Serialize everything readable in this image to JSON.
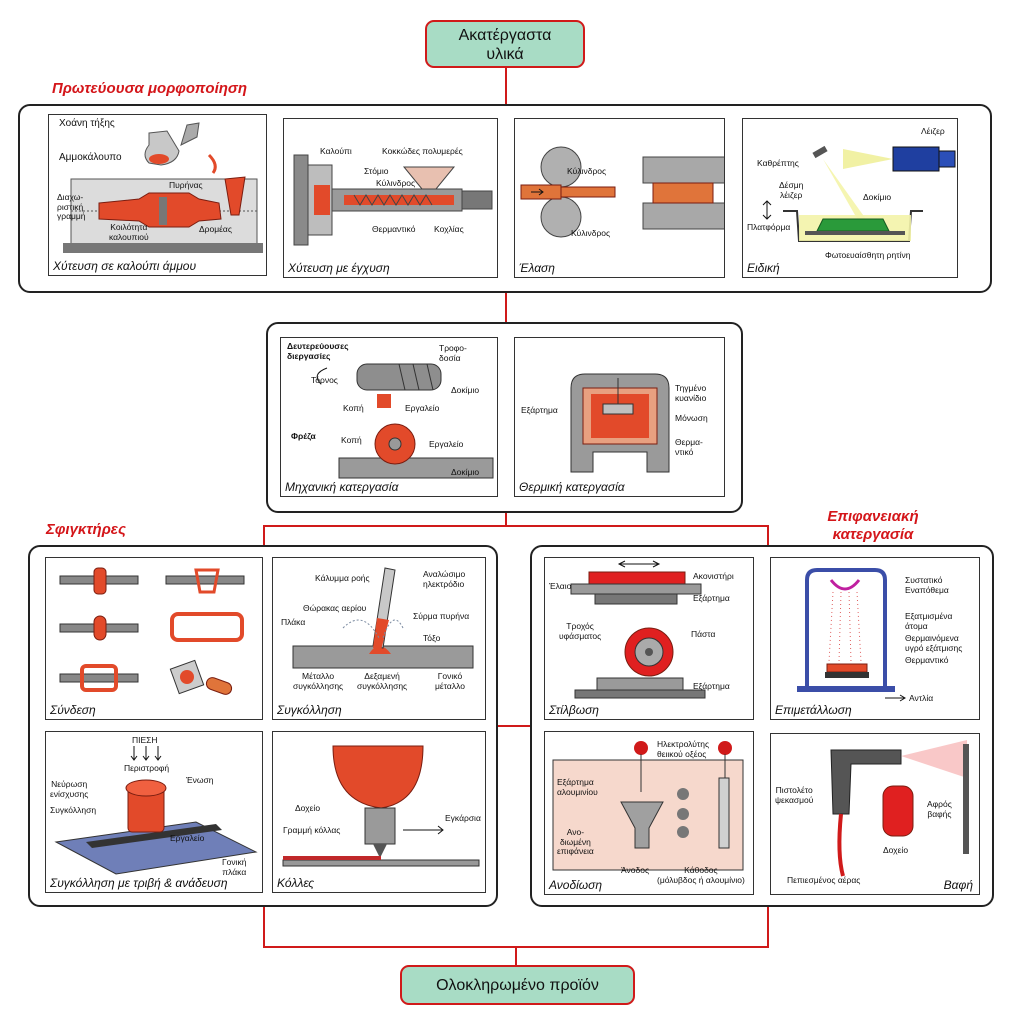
{
  "top": {
    "line1": "Ακατέργαστα",
    "line2": "υλικά"
  },
  "bottom": {
    "label": "Ολοκληρωμένο προϊόν"
  },
  "sections": {
    "primary": "Πρωτεύουσα μορφοποίηση",
    "fasteners": "Σφιγκτήρες",
    "surface_line1": "Επιφανειακή",
    "surface_line2": "κατεργασία"
  },
  "panels": {
    "sand_casting": {
      "caption": "Χύτευση σε καλούπι άμμου",
      "labels": {
        "ladle": "Χοάνη τήξης",
        "box": "Αμμοκάλουπο",
        "core": "Πυρήνας",
        "parting1": "Διαχω-",
        "parting2": "ριστική",
        "parting3": "γραμμή",
        "cavity1": "Κοιλότητα",
        "cavity2": "καλουπιού",
        "runner": "Δρομέας"
      }
    },
    "injection": {
      "caption": "Χύτευση με έγχυση",
      "labels": {
        "mold": "Καλούπι",
        "granules": "Κοκκώδες πολυμερές",
        "nozzle": "Στόμιο",
        "cylinder": "Κύλινδρος",
        "heater": "Θερμαντικό",
        "screw": "Κοχλίας"
      }
    },
    "rolling": {
      "caption": "Έλαση",
      "labels": {
        "roll_top": "Κύλινδρος",
        "roll_bottom": "Κύλινδρος"
      }
    },
    "special": {
      "caption": "Ειδική",
      "labels": {
        "laser": "Λέιζερ",
        "mirror": "Καθρέπτης",
        "beam1": "Δέσμη",
        "beam2": "λέιζερ",
        "specimen": "Δοκίμιο",
        "platform": "Πλατφόρμα",
        "resin": "Φωτοευαίσθητη ρητίνη"
      }
    },
    "machining": {
      "caption": "Μηχανική κατεργασία",
      "labels": {
        "secondary1": "Δευτερεύουσες",
        "secondary2": "διεργασίες",
        "feed1": "Τροφο-",
        "feed2": "δοσία",
        "lathe": "Τόρνος",
        "specimen": "Δοκίμιο",
        "cut": "Κοπή",
        "tool": "Εργαλείο",
        "mill": "Φρέζα",
        "cut2": "Κοπή",
        "tool2": "Εργαλείο",
        "specimen2": "Δοκίμιο"
      }
    },
    "thermal": {
      "caption": "Θερμική κατεργασία",
      "labels": {
        "part": "Εξάρτημα",
        "melt1": "Τηγμένο",
        "melt2": "κυανίδιο",
        "insulation": "Μόνωση",
        "heater1": "Θερμα-",
        "heater2": "ντικό"
      }
    },
    "joining": {
      "caption": "Σύνδεση"
    },
    "welding": {
      "caption": "Συγκόλληση",
      "labels": {
        "flux": "Κάλυμμα ροής",
        "electrode1": "Αναλώσιμο",
        "electrode2": "ηλεκτρόδιο",
        "gas": "Θώρακας αερίου",
        "wire": "Σύρμα πυρήνα",
        "plate": "Πλάκα",
        "arc": "Τόξο",
        "metal1": "Μέταλλο",
        "metal2": "συγκόλλησης",
        "pool1": "Δεξαμενή",
        "pool2": "συγκόλλησης",
        "base1": "Γονικό",
        "base2": "μέταλλο"
      }
    },
    "friction": {
      "caption": "Συγκόλληση με τριβή & ανάδευση",
      "labels": {
        "pressure": "ΠΙΕΣΗ",
        "rotation": "Περιστροφή",
        "rib1": "Νεύρωση",
        "rib2": "ενίσχυσης",
        "weld": "Συγκόλληση",
        "joint": "Ένωση",
        "tool": "Εργαλείο",
        "base1": "Γονική",
        "base2": "πλάκα"
      }
    },
    "adhesives": {
      "caption": "Κόλλες",
      "labels": {
        "container": "Δοχείο",
        "line": "Γραμμή κόλλας",
        "cross": "Εγκάρσια"
      }
    },
    "polishing": {
      "caption": "Στίλβωση",
      "labels": {
        "oil": "Έλαιο",
        "whetstone": "Ακονιστήρι",
        "part": "Εξάρτημα",
        "wheel1": "Τροχός",
        "wheel2": "υφάσματος",
        "paste": "Πάστα",
        "part2": "Εξάρτημα"
      }
    },
    "plating": {
      "caption": "Επιμετάλλωση",
      "labels": {
        "component": "Συστατικό",
        "deposit": "Εναπόθεμα",
        "atoms1": "Εξατμισμένα",
        "atoms2": "άτομα",
        "liquid1": "Θερμαινόμενα",
        "liquid2": "υγρό εξάτμισης",
        "heater": "Θερμαντικό",
        "pump": "Αντλία"
      }
    },
    "anodizing": {
      "caption": "Ανοδίωση",
      "labels": {
        "electrolyte1": "Ηλεκτρολύτης",
        "electrolyte2": "θειικού οξέος",
        "part1": "Εξάρτημα",
        "part2": "αλουμινίου",
        "anod1": "Ανο-",
        "anod2": "διωμένη",
        "anod3": "επιφάνεια",
        "anode": "Άνοδος",
        "cathode1": "Κάθοδος",
        "cathode2": "(μόλυβδος ή αλουμίνιο)"
      }
    },
    "painting": {
      "caption": "Βαφή",
      "labels": {
        "gun1": "Πιστολέτο",
        "gun2": "ψεκασμού",
        "foam1": "Αφρός",
        "foam2": "βαφής",
        "container": "Δοχείο",
        "air": "Πεπιεσμένος αέρας"
      }
    }
  },
  "colors": {
    "accent": "#d01a1a",
    "pill": "#a8dcc5",
    "metal": "#8a8a8a",
    "hot": "#e24a2a"
  }
}
